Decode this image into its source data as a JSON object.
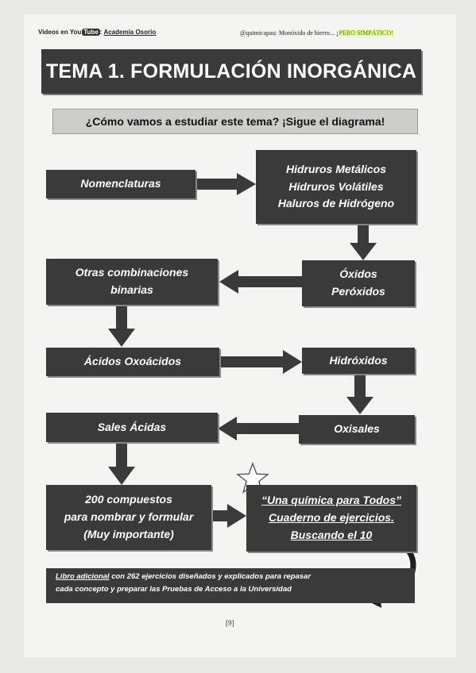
{
  "header": {
    "left_prefix": "Videos en You",
    "left_tube": "Tube",
    "left_sep": " :",
    "left_channel": "Academia Osorio",
    "right_text": "@quimicapau: Monóxido de hierro... ¡",
    "right_highlight": "PERO SIMPÁTICO!"
  },
  "title": "TEMA 1. FORMULACIÓN INORGÁNICA",
  "subtitle": "¿Cómo vamos a estudiar este tema? ¡Sigue el diagrama!",
  "nodes": {
    "nomenclaturas": [
      "Nomenclaturas"
    ],
    "hidruros": [
      "Hidruros Metálicos",
      "Hidruros Volátiles",
      "Haluros de Hidrógeno"
    ],
    "oxidos": [
      "Óxidos",
      "Peróxidos"
    ],
    "otras": [
      "Otras combinaciones",
      "binarias"
    ],
    "acidos": [
      "Ácidos Oxoácidos"
    ],
    "hidroxidos": [
      "Hidróxidos"
    ],
    "oxisales": [
      "Oxisales"
    ],
    "sales": [
      "Sales Ácidas"
    ],
    "compuestos": [
      "200 compuestos",
      "para nombrar y formular",
      "(Muy importante)"
    ],
    "cuaderno": [
      "“Una química para Todos”",
      "Cuaderno de ejercicios.",
      "Buscando el 10"
    ]
  },
  "banner": {
    "lead": "Libro adicional",
    "rest": " con 262 ejercicios diseñados y explicados para repasar",
    "line2": "cada concepto y preparar las Pruebas de Acceso a la Universidad"
  },
  "page_number": "[9]",
  "colors": {
    "box": "#3a3a3a",
    "arrow": "#3a3a3a",
    "subtitle_bg": "#cdcdcb",
    "highlight": "#f0ff9a"
  }
}
